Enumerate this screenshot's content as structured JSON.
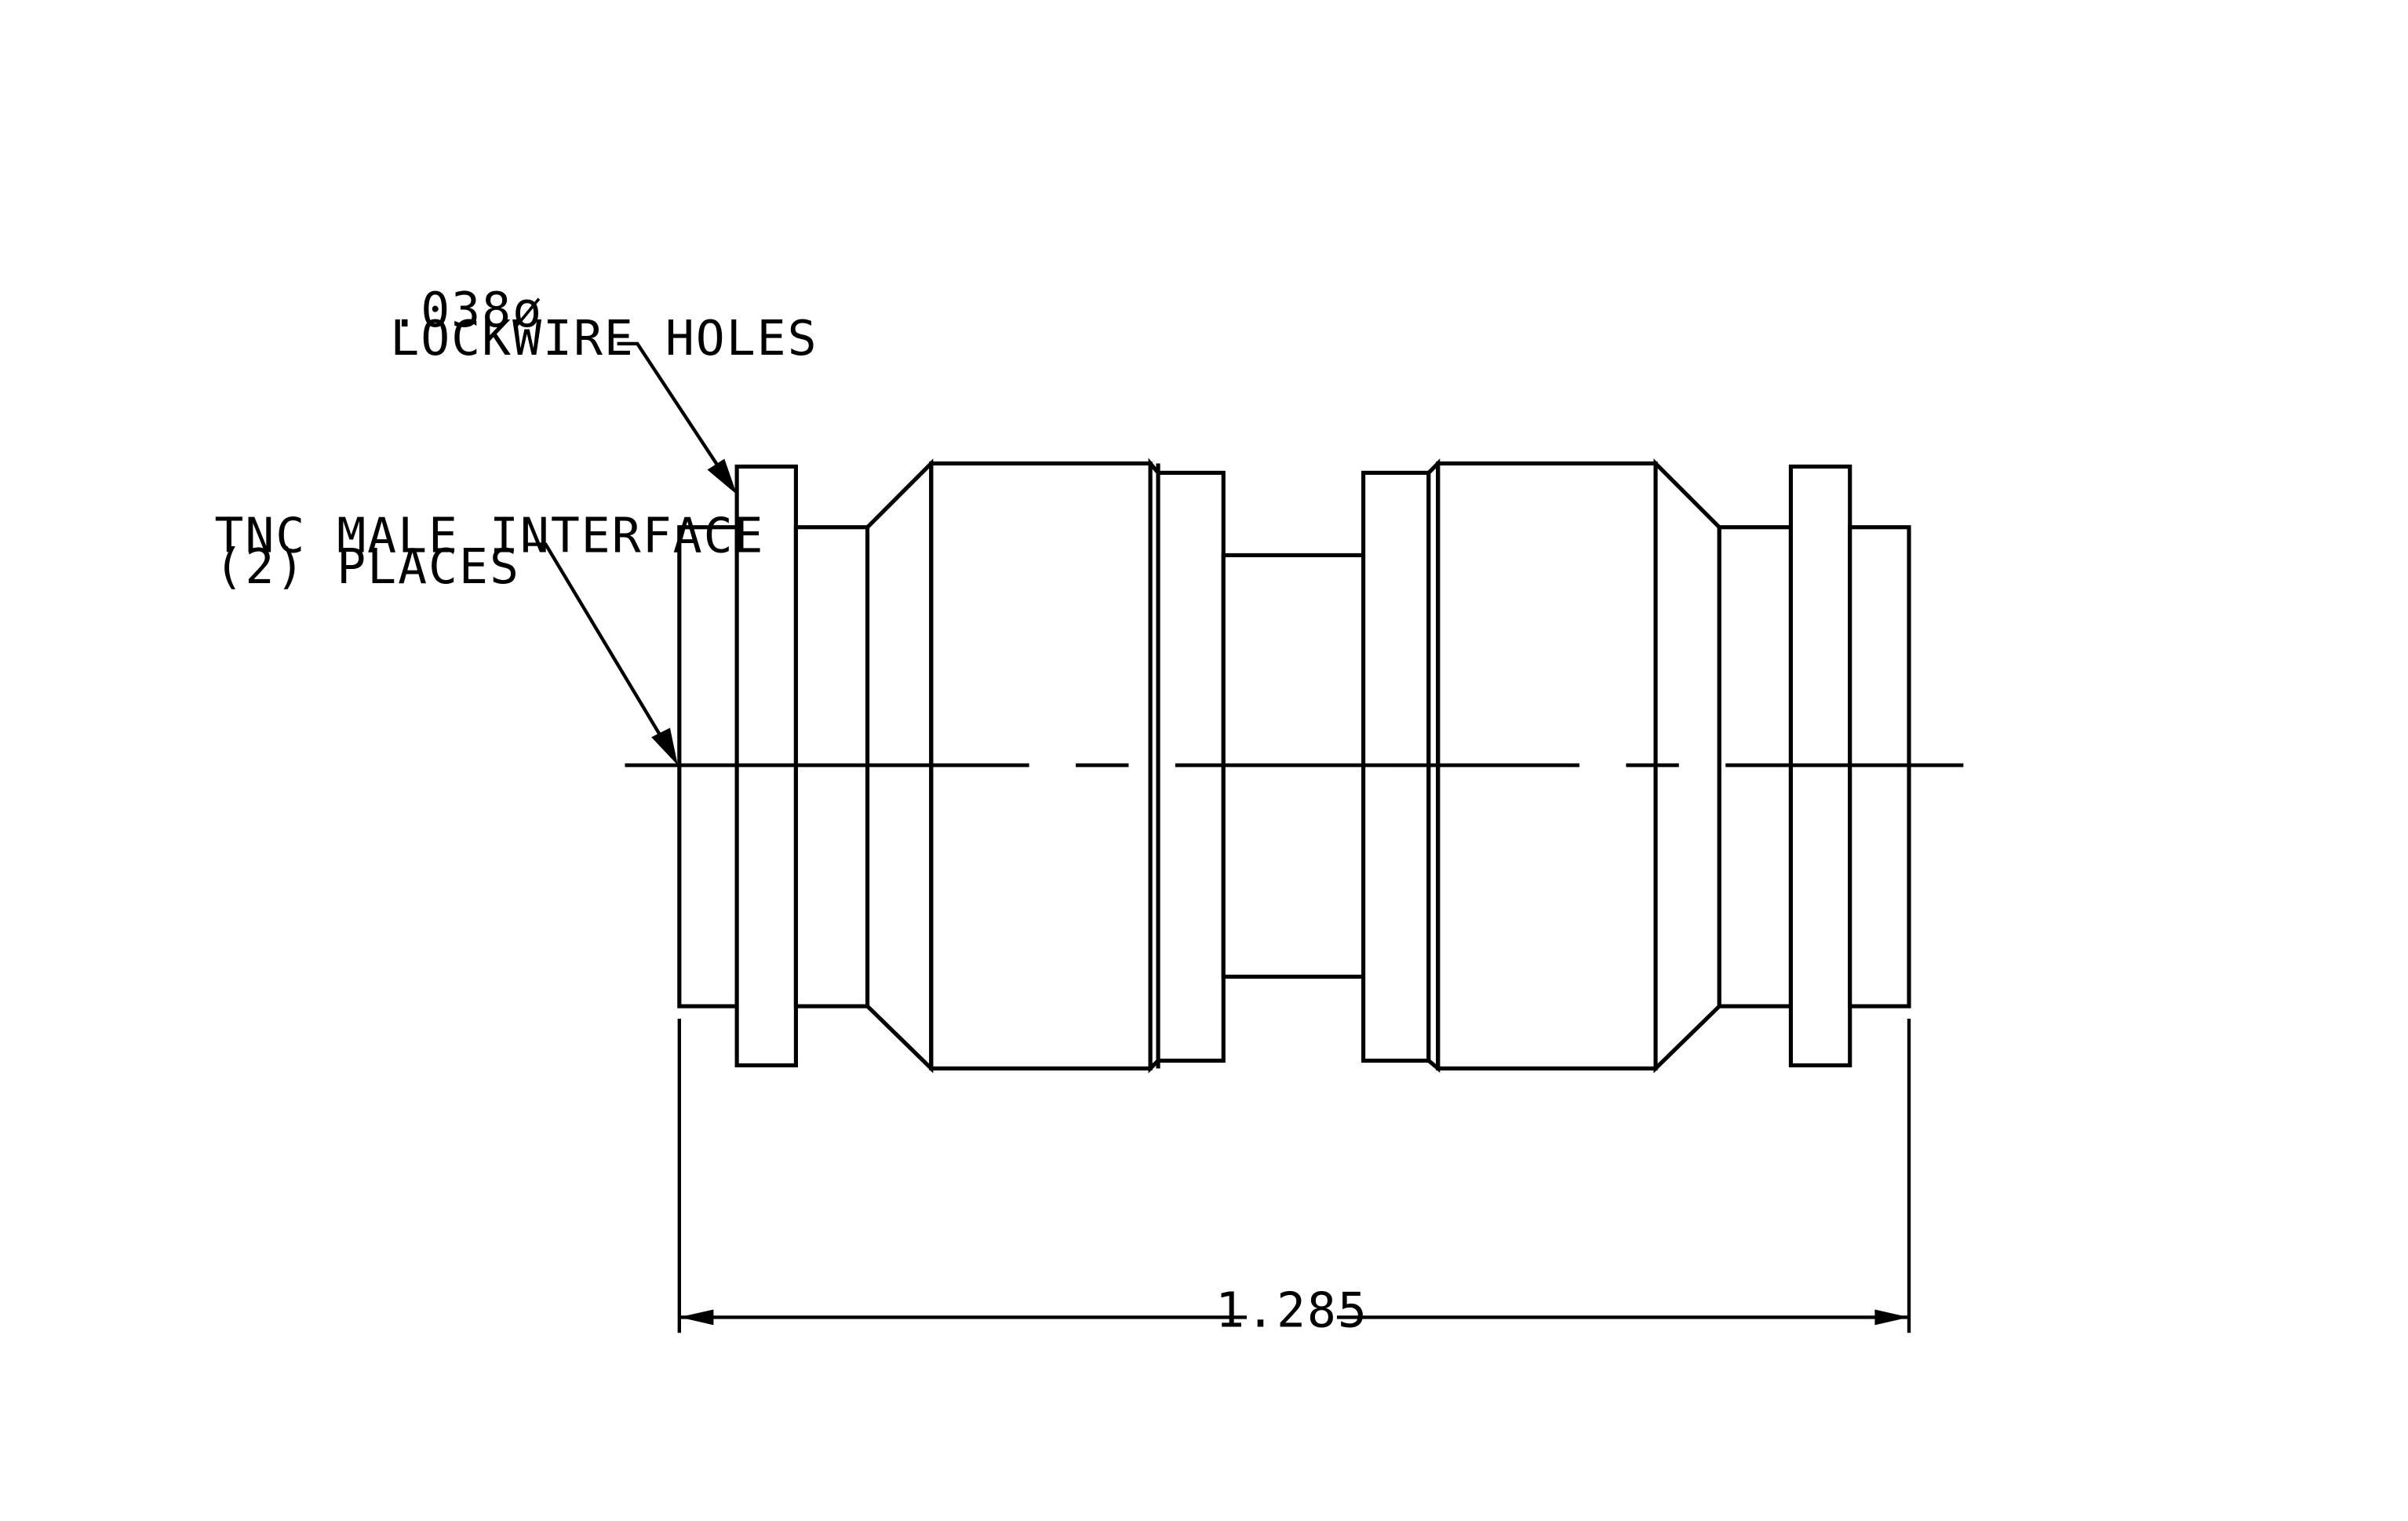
{
  "callouts": {
    "lockwire": {
      "line1": ".038ø",
      "line2": "LOCKWIRE HOLES"
    },
    "interface": {
      "line1": "TNC MALE INTERFACE",
      "line2": "(2) PLACES"
    }
  },
  "dimensions": {
    "overall_length": "1.285"
  }
}
